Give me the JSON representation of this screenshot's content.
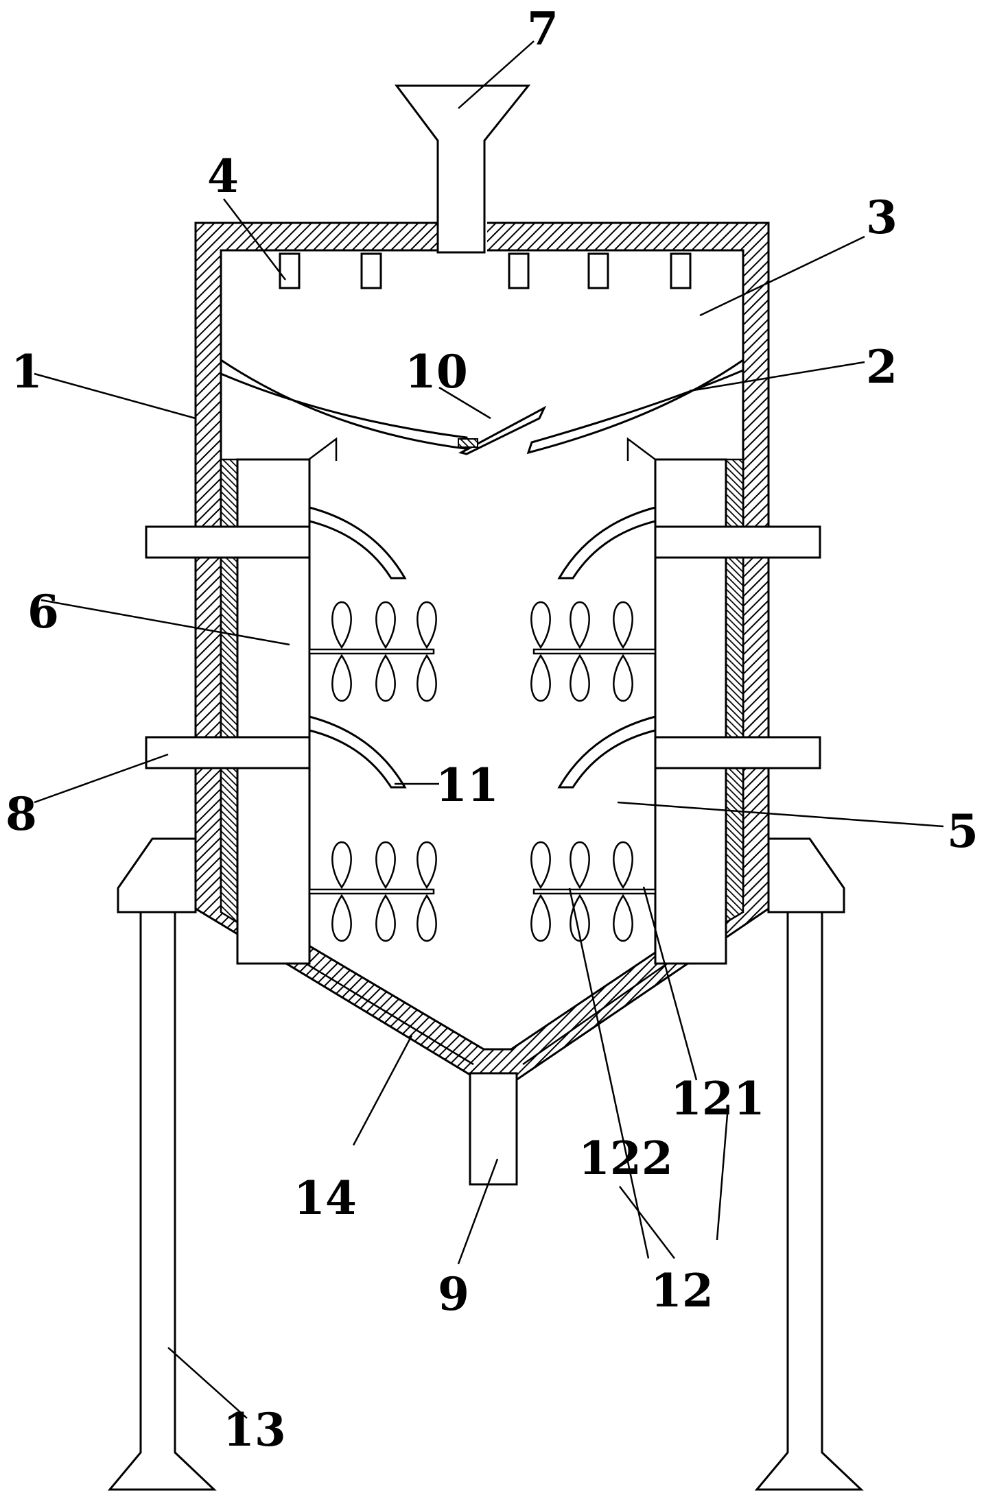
{
  "labels": {
    "l1": "1",
    "l2": "2",
    "l3": "3",
    "l4": "4",
    "l5": "5",
    "l6": "6",
    "l7": "7",
    "l8": "8",
    "l9": "9",
    "l10": "10",
    "l11": "11",
    "l12": "12",
    "l121": "121",
    "l122": "122",
    "l13": "13",
    "l14": "14"
  },
  "colors": {
    "line": "#000000",
    "background": "#ffffff"
  }
}
